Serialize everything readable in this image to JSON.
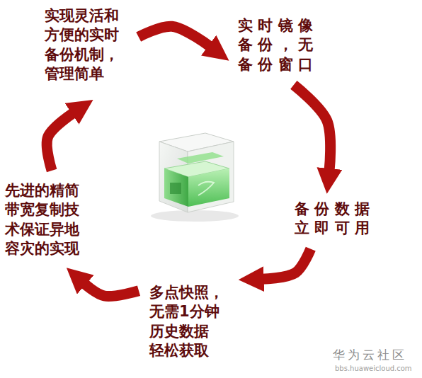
{
  "diagram": {
    "nodes": [
      {
        "text": [
          "实现灵活和 方便的实时 备份机制， 管理简单"
        ]
      },
      {
        "text": [
          "实时镜像 备份，无 备份窗口"
        ]
      },
      {
        "text": [
          "备份数据 立即可用"
        ]
      },
      {
        "text": [
          "多点快照， 无需1分钟 历史数据 轻松获取"
        ]
      },
      {
        "text": [
          "先进的精简 带宽复制技 术保证异地 容灾的实现"
        ]
      }
    ],
    "edges": [
      {
        "from": 0,
        "to": 1,
        "arrow": "to"
      },
      {
        "from": 1,
        "to": 2,
        "arrow": "to"
      },
      {
        "from": 2,
        "to": 3,
        "arrow": "to"
      },
      {
        "from": 3,
        "to": 4,
        "arrow": "to"
      },
      {
        "from": 4,
        "to": 0,
        "arrow": "to"
      }
    ],
    "labels": [
      "华为云社区",
      "bbs.huaweicloud.com"
    ]
  }
}
